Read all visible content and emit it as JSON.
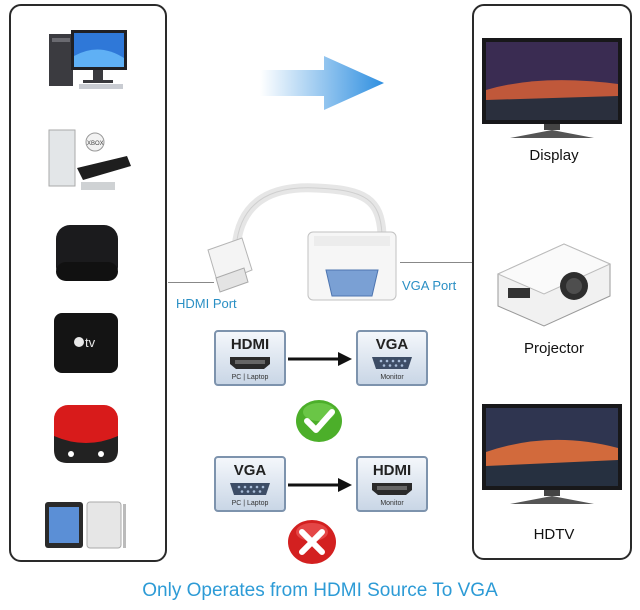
{
  "labels": {
    "hdmi_port": "HDMI Port",
    "vga_port": "VGA Port",
    "display": "Display",
    "projector": "Projector",
    "hdtv": "HDTV"
  },
  "diagram": {
    "row1": {
      "source_title": "HDMI",
      "source_sub": "PC | Laptop",
      "target_title": "VGA",
      "target_sub": "Monitor"
    },
    "row2": {
      "source_title": "VGA",
      "source_sub": "PC | Laptop",
      "target_title": "HDMI",
      "target_sub": "Monitor"
    }
  },
  "footer": "Only Operates from HDMI Source To VGA",
  "colors": {
    "accent_blue": "#2d9bd6",
    "ok_green": "#4caf2a",
    "no_red": "#d32020"
  }
}
